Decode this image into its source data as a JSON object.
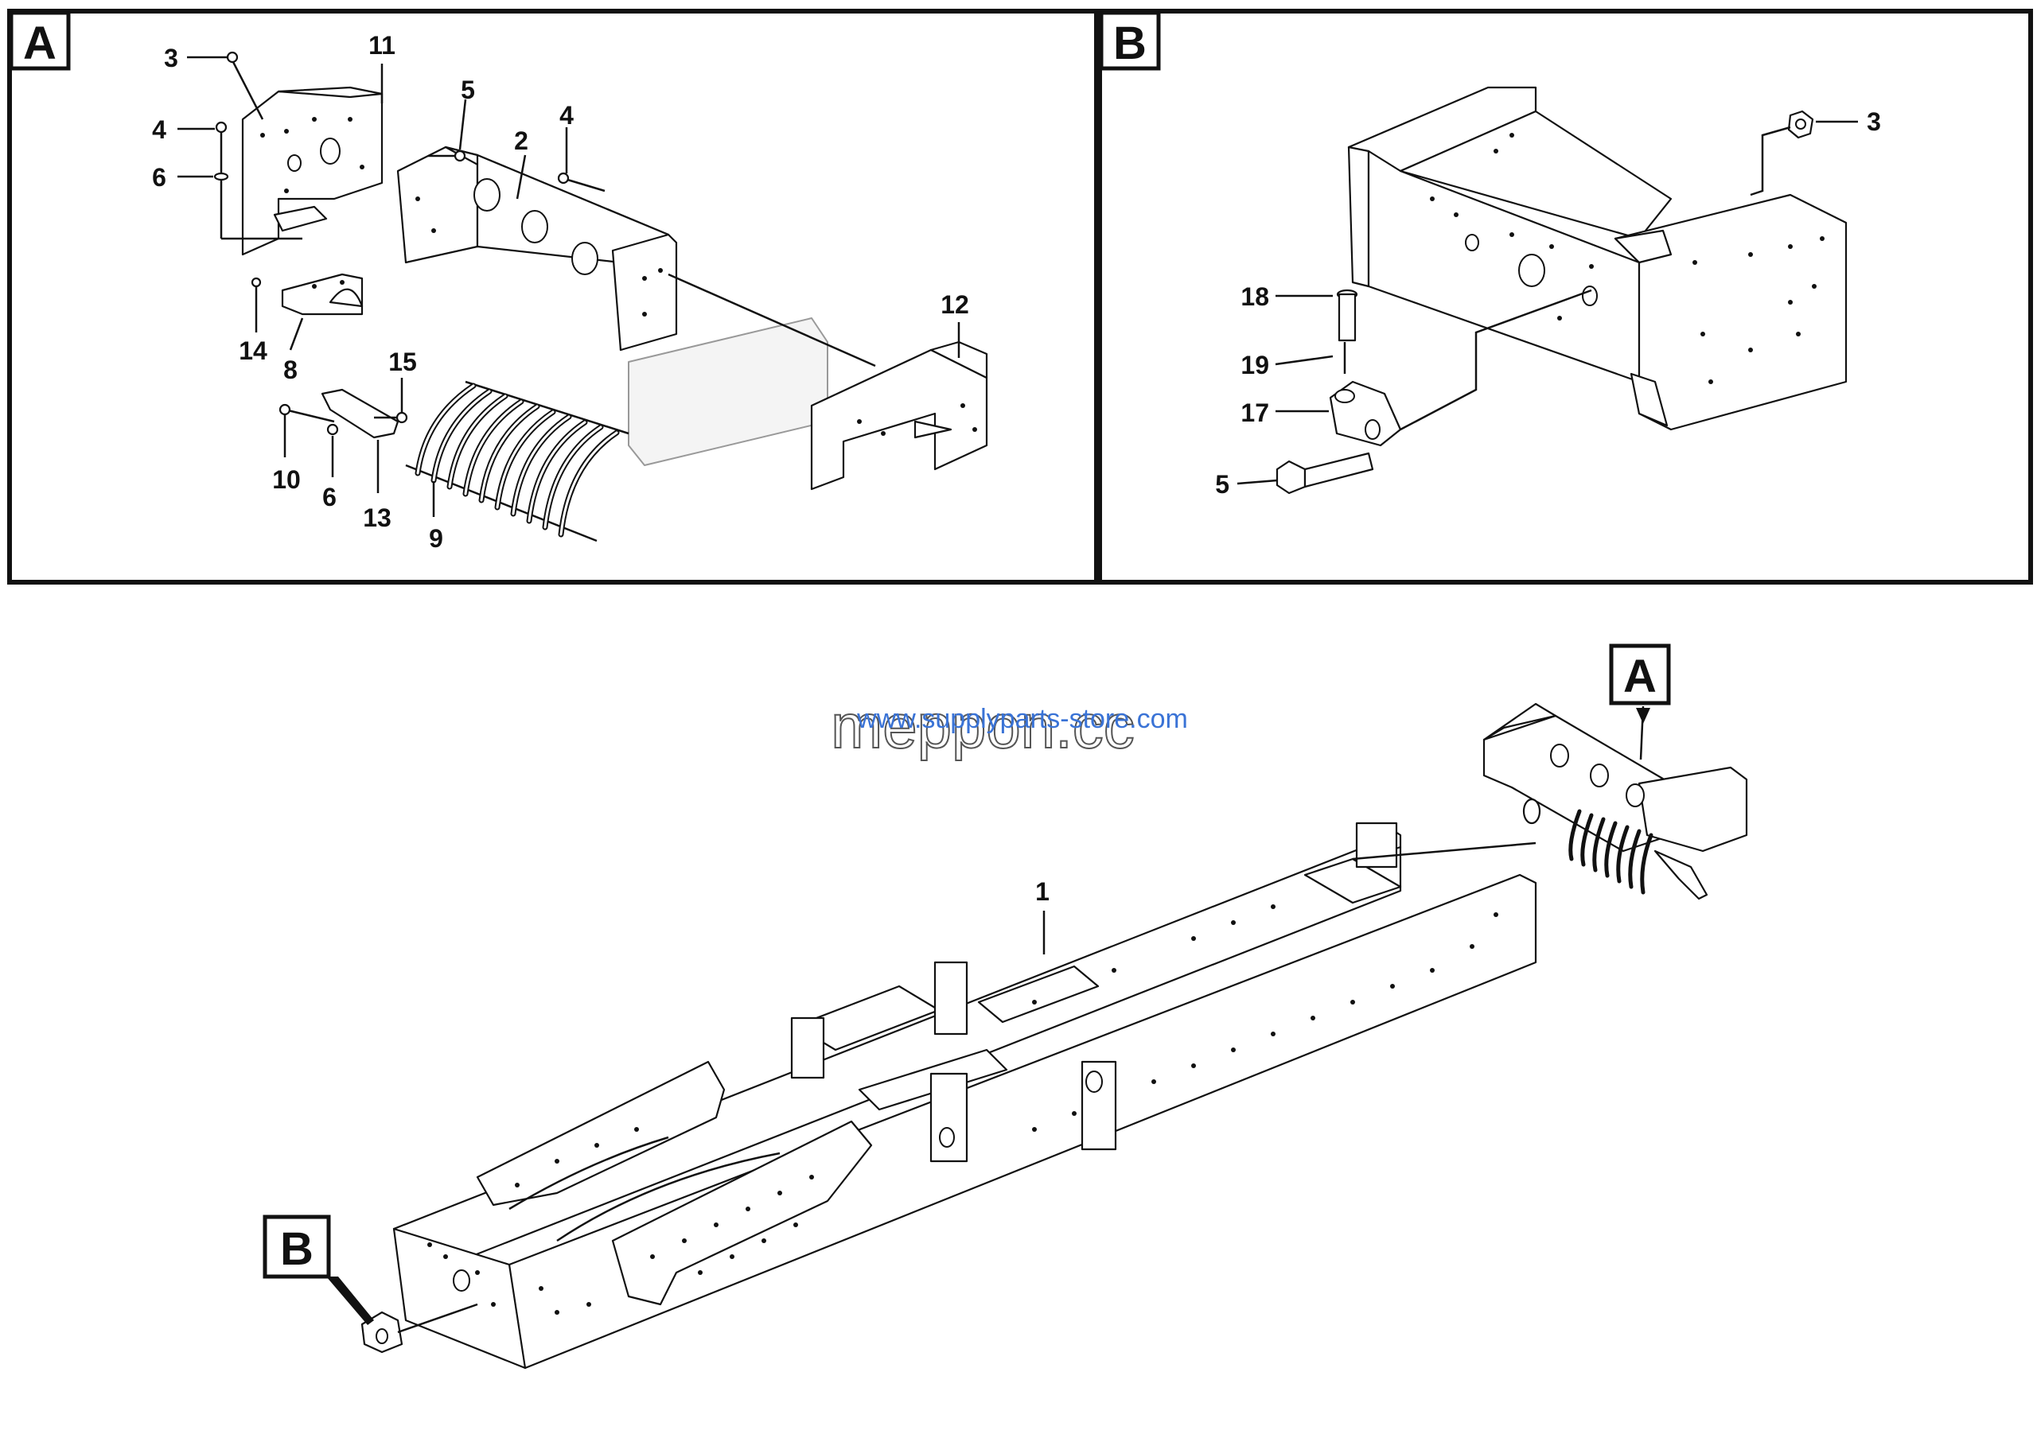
{
  "panels": {
    "a": {
      "badge": "A"
    },
    "b": {
      "badge": "B"
    }
  },
  "callouts_a": [
    "3",
    "11",
    "4",
    "6",
    "5",
    "2",
    "4",
    "14",
    "8",
    "15",
    "12",
    "10",
    "6",
    "13",
    "9"
  ],
  "callouts_b": [
    "3",
    "18",
    "19",
    "17",
    "5"
  ],
  "main": {
    "callout_frame": "1",
    "badge_a": "A",
    "badge_b": "B"
  },
  "watermark": {
    "url": "www.supplyparts-store.com",
    "brand": "meppon.cc"
  }
}
